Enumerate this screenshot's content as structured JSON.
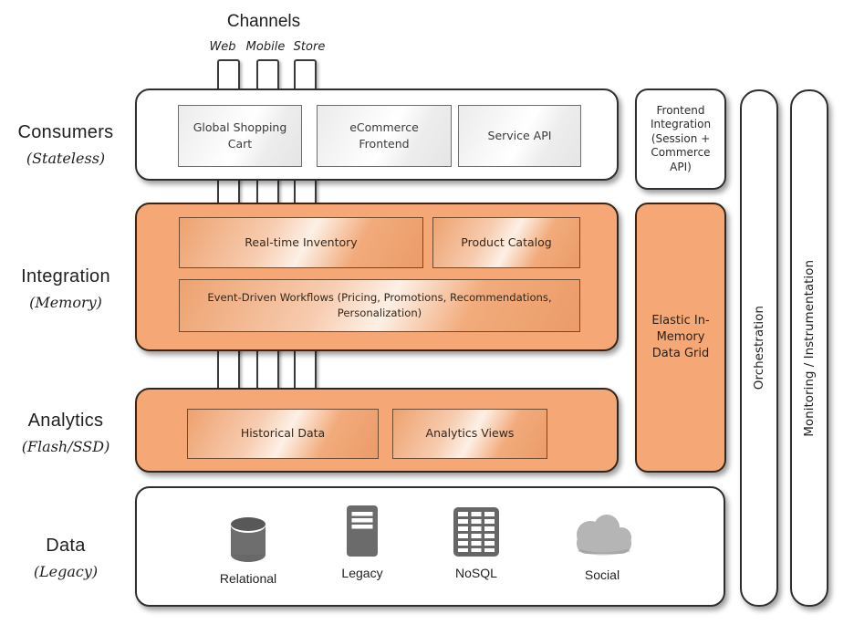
{
  "title": "E-commerce in-memory data grid architecture diagram",
  "colors": {
    "accent_orange": "#F5A876",
    "container_border": "#2F2F2F",
    "icon_gray": "#6B6B6B",
    "cloud_gray": "#B5B5B5"
  },
  "channels": {
    "title": "Channels",
    "labels": [
      "Web",
      "Mobile",
      "Store"
    ]
  },
  "left_labels": {
    "consumers": {
      "main": "Consumers",
      "sub": "(Stateless)"
    },
    "integration": {
      "main": "Integration",
      "sub": "(Memory)"
    },
    "analytics": {
      "main": "Analytics",
      "sub": "(Flash/SSD)"
    },
    "data": {
      "main": "Data",
      "sub": "(Legacy)"
    }
  },
  "consumers_row": {
    "boxes": [
      {
        "label": "Global Shopping Cart"
      },
      {
        "label": "eCommerce Frontend"
      },
      {
        "label": "Service API"
      }
    ]
  },
  "integration_row": {
    "boxes": [
      {
        "label": "Real-time Inventory"
      },
      {
        "label": "Product Catalog"
      }
    ],
    "wide_box": {
      "label": "Event-Driven Workflows (Pricing, Promotions, Recommendations, Personalization)"
    }
  },
  "analytics_row": {
    "boxes": [
      {
        "label": "Historical Data"
      },
      {
        "label": "Analytics Views"
      }
    ]
  },
  "data_row": {
    "sources": [
      {
        "icon": "database-icon",
        "label": "Relational"
      },
      {
        "icon": "server-icon",
        "label": "Legacy"
      },
      {
        "icon": "table-grid-icon",
        "label": "NoSQL"
      },
      {
        "icon": "cloud-icon",
        "label": "Social"
      }
    ]
  },
  "right_column": {
    "frontend_integration": "Frontend Integration (Session + Commerce API)",
    "elastic_grid": "Elastic In-Memory Data Grid"
  },
  "vertical_bars": {
    "orchestration": "Orchestration",
    "monitoring": "Monitoring / Instrumentation"
  }
}
